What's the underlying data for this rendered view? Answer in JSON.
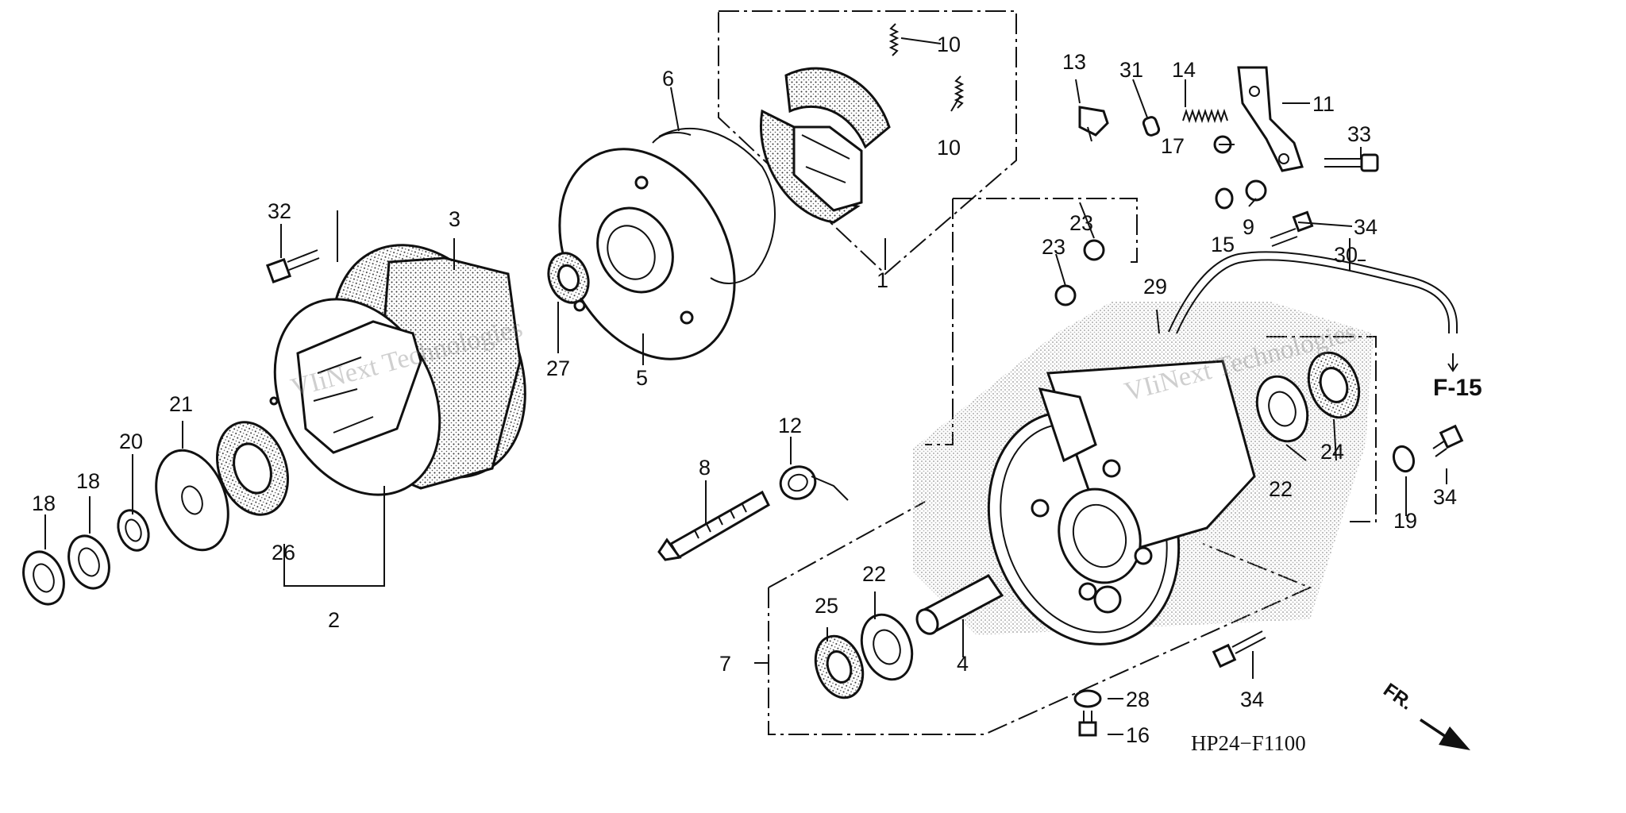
{
  "diagram": {
    "code": "HP24−F1100",
    "ref_label": "F-15",
    "direction_label": "FR.",
    "watermark": "VIiNext Technologies",
    "callouts": {
      "c1": "1",
      "c2": "2",
      "c3": "3",
      "c4": "4",
      "c5": "5",
      "c6": "6",
      "c7": "7",
      "c8": "8",
      "c9": "9",
      "c10a": "10",
      "c10b": "10",
      "c11": "11",
      "c12": "12",
      "c13": "13",
      "c14": "14",
      "c15": "15",
      "c16": "16",
      "c17": "17",
      "c18a": "18",
      "c18b": "18",
      "c19": "19",
      "c20": "20",
      "c21": "21",
      "c22a": "22",
      "c22b": "22",
      "c23a": "23",
      "c23b": "23",
      "c24": "24",
      "c25": "25",
      "c26": "26",
      "c27": "27",
      "c28": "28",
      "c29": "29",
      "c30": "30",
      "c31": "31",
      "c32": "32",
      "c33": "33",
      "c34a": "34",
      "c34b": "34",
      "c34c": "34"
    }
  }
}
